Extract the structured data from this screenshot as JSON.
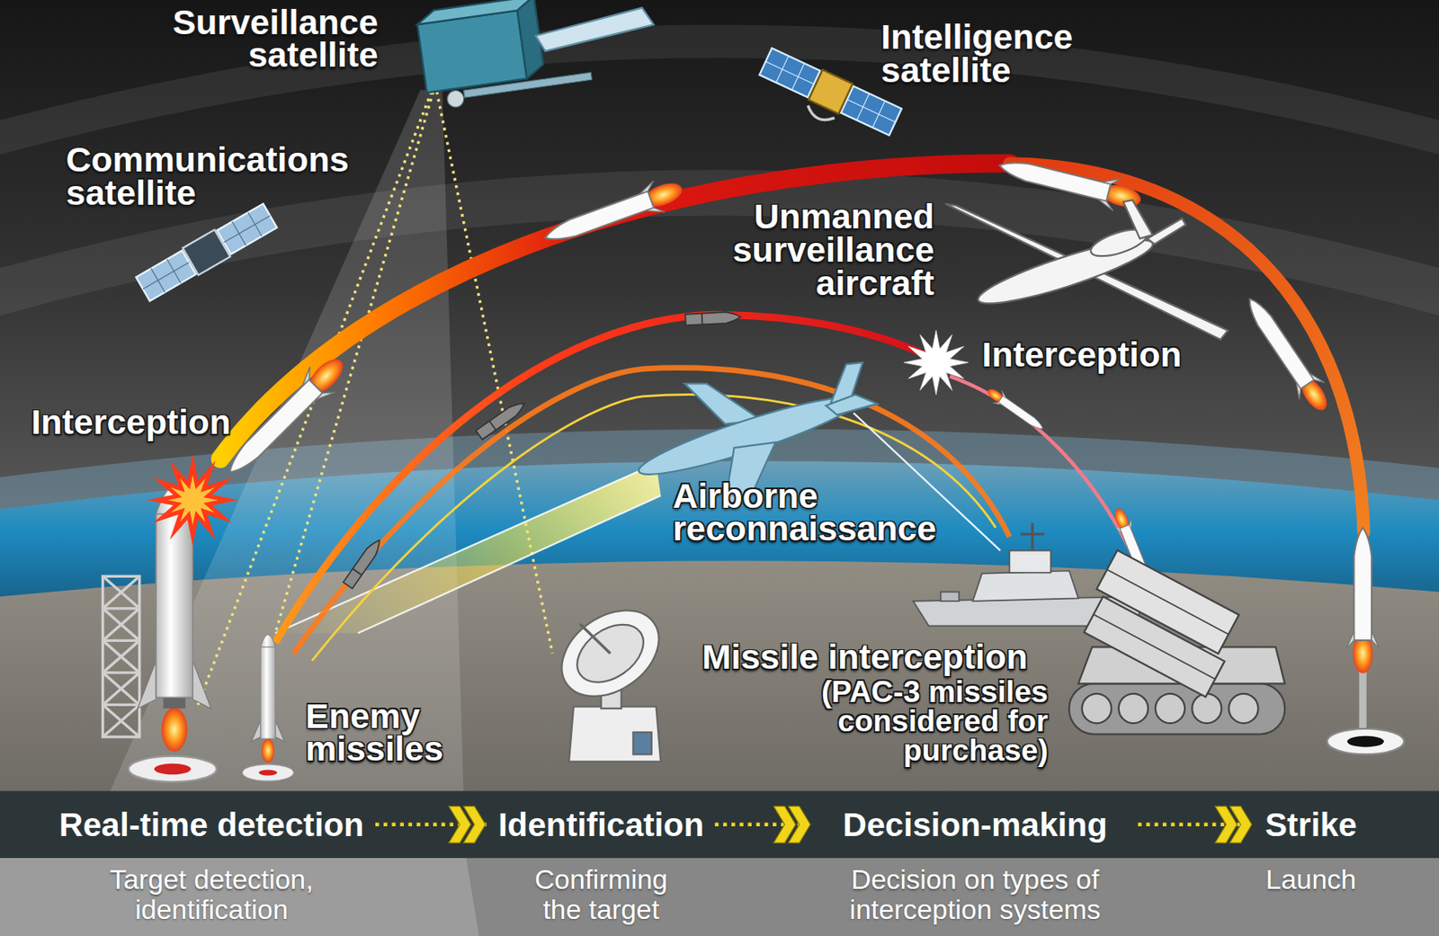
{
  "diagram": {
    "nodes": [
      {
        "text": [
          "Real-time detection",
          "Target detection, identification"
        ]
      },
      {
        "text": [
          "Identification",
          "Confirming the target"
        ]
      },
      {
        "text": [
          "Decision-making",
          "Decision on types of interception systems"
        ]
      },
      {
        "text": [
          "Strike",
          "Launch"
        ]
      }
    ],
    "edges": [
      {
        "from": 0,
        "to": 1,
        "arrow": "to"
      },
      {
        "from": 1,
        "to": 2,
        "arrow": "to"
      },
      {
        "from": 2,
        "to": 3,
        "arrow": "to"
      }
    ],
    "labels": [
      "Surveillance satellite",
      "Intelligence satellite",
      "Communications satellite",
      "Unmanned surveillance aircraft",
      "Interception",
      "Interception",
      "Airborne reconnaissance",
      "Missile interception",
      "(PAC-3 missiles considered for purchase)",
      "Enemy missiles"
    ]
  }
}
